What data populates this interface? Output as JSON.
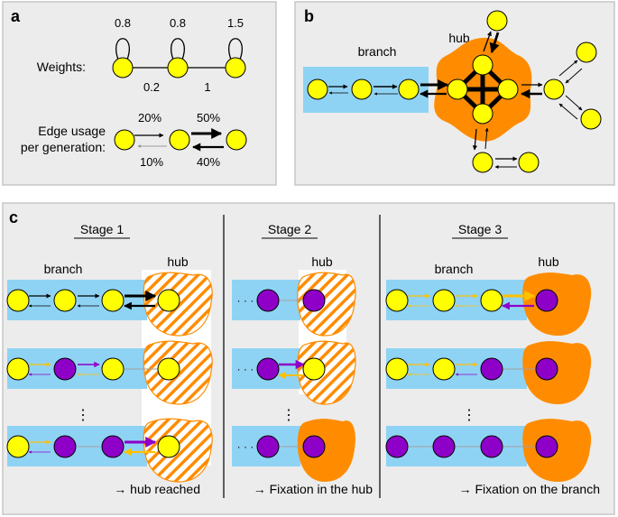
{
  "colors": {
    "panel_bg": "#ececec",
    "panel_border": "#c6c6c6",
    "branch_bg": "#8fd3f4",
    "hub_orange": "#ff8c00",
    "node_yellow": "#ffff00",
    "node_purple": "#8e00c8",
    "arrow_black": "#000000",
    "arrow_purple": "#8e00c8",
    "arrow_yellow": "#ffc000",
    "edge_gray": "#a0a0a0"
  },
  "panel_a": {
    "letter": "a",
    "weights_label": "Weights:",
    "loop_weights": [
      "0.8",
      "0.8",
      "1.5"
    ],
    "edge_weights": [
      "0.2",
      "1"
    ],
    "usage_label_line1": "Edge usage",
    "usage_label_line2": "per generation:",
    "usage_top": [
      "20%",
      "50%"
    ],
    "usage_bottom": [
      "10%",
      "40%"
    ]
  },
  "panel_b": {
    "letter": "b",
    "branch_label": "branch",
    "hub_label": "hub"
  },
  "panel_c": {
    "letter": "c",
    "stages": [
      {
        "title": "Stage 1",
        "branch_label": "branch",
        "hub_label": "hub",
        "footer": "→ hub reached",
        "hub_style": "hatched",
        "rows": [
          {
            "nodes": [
              "yellow",
              "yellow",
              "yellow"
            ],
            "hub_node": "yellow",
            "arrows": "black"
          },
          {
            "nodes": [
              "yellow",
              "purple",
              "yellow"
            ],
            "hub_node": "yellow",
            "arrows": "mixed-mid"
          },
          {
            "nodes": [
              "yellow",
              "purple",
              "purple"
            ],
            "hub_node": "yellow",
            "arrows": "mixed-end"
          }
        ]
      },
      {
        "title": "Stage 2",
        "hub_label": "hub",
        "footer": "→ Fixation in the hub",
        "ellipsis": "· · ·",
        "rows": [
          {
            "node": "purple",
            "hub_node": "purple",
            "hub_style": "hatched"
          },
          {
            "node": "purple",
            "hub_node": "yellow",
            "hub_style": "hatched"
          },
          {
            "node": "purple",
            "hub_node": "purple",
            "hub_style": "solid"
          }
        ]
      },
      {
        "title": "Stage 3",
        "branch_label": "branch",
        "hub_label": "hub",
        "footer": "→ Fixation on the branch",
        "hub_style": "solid",
        "rows": [
          {
            "nodes": [
              "yellow",
              "yellow",
              "yellow"
            ],
            "hub_node": "purple"
          },
          {
            "nodes": [
              "yellow",
              "yellow",
              "purple"
            ],
            "hub_node": "purple"
          },
          {
            "nodes": [
              "purple",
              "purple",
              "purple"
            ],
            "hub_node": "purple"
          }
        ]
      }
    ],
    "vertical_dots": "⋮"
  }
}
